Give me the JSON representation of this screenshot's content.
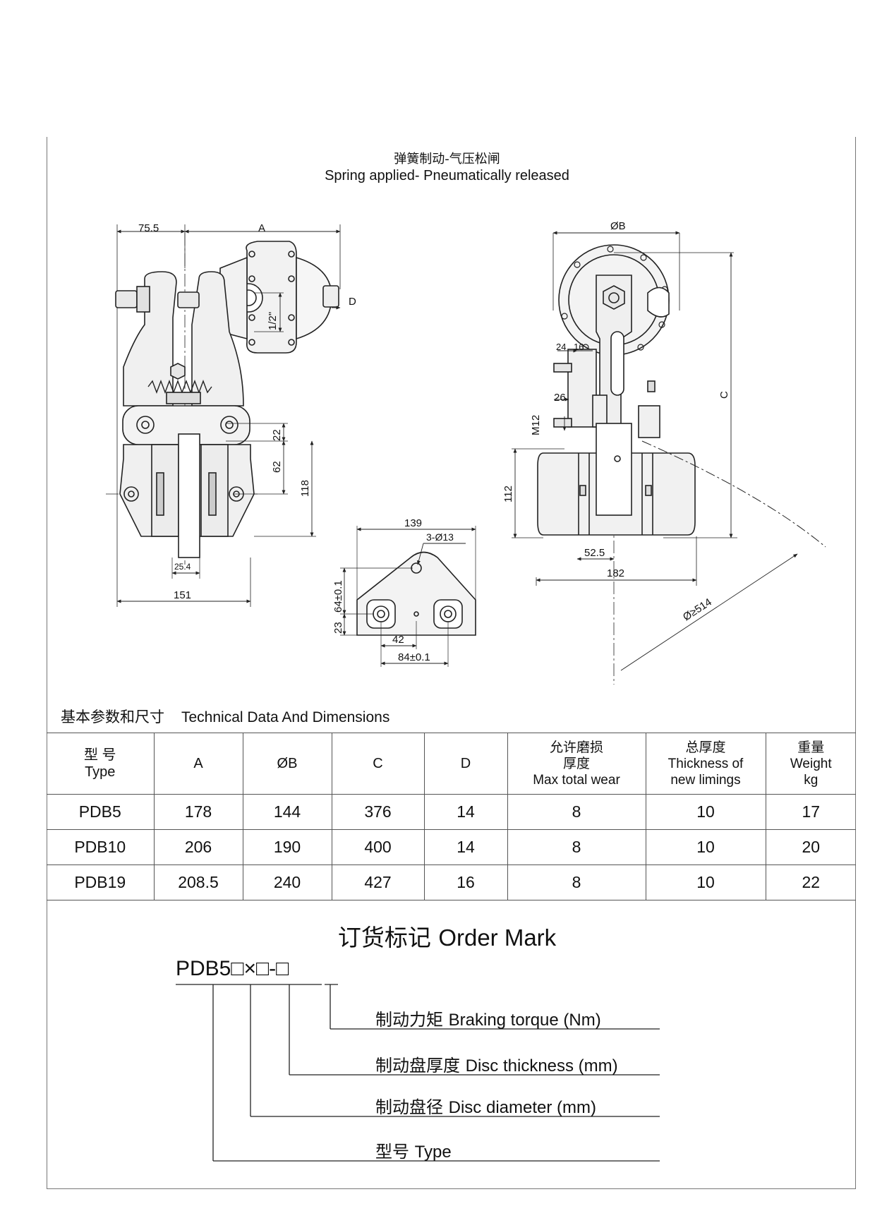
{
  "header": {
    "title_cn": "弹簧制动-气压松闸",
    "title_en": "Spring applied- Pneumatically released"
  },
  "drawing_labels": {
    "left": {
      "offset": "75.5",
      "a": "A",
      "d": "D",
      "thread": "1/2\"",
      "h22": "22",
      "h62": "62",
      "h118": "118",
      "w25": "25.4",
      "w151": "151"
    },
    "right": {
      "ob": "ØB",
      "w24": "24",
      "w16": "16",
      "w26": "26",
      "m12": "M12",
      "c": "C",
      "h112": "112",
      "w52": "52.5",
      "w182": "182",
      "dia": "Ø≥514"
    },
    "bracket": {
      "w139": "139",
      "holes": "3-Ø13",
      "h64": "64±0.1",
      "h23": "23",
      "w42": "42",
      "w84": "84±0.1"
    }
  },
  "section_title": {
    "cn": "基本参数和尺寸",
    "en": "Technical Data And Dimensions"
  },
  "table": {
    "headers": [
      {
        "lines": [
          "型  号",
          "Type"
        ]
      },
      {
        "lines": [
          "A"
        ]
      },
      {
        "lines": [
          "ØB"
        ]
      },
      {
        "lines": [
          "C"
        ]
      },
      {
        "lines": [
          "D"
        ]
      },
      {
        "lines": [
          "允许磨损",
          "厚度",
          "Max total wear"
        ]
      },
      {
        "lines": [
          "总厚度",
          "Thickness of",
          "new limings"
        ]
      },
      {
        "lines": [
          "重量",
          "Weight",
          "kg"
        ]
      }
    ],
    "rows": [
      [
        "PDB5",
        "178",
        "144",
        "376",
        "14",
        "8",
        "10",
        "17"
      ],
      [
        "PDB10",
        "206",
        "190",
        "400",
        "14",
        "8",
        "10",
        "20"
      ],
      [
        "PDB19",
        "208.5",
        "240",
        "427",
        "16",
        "8",
        "10",
        "22"
      ]
    ]
  },
  "order": {
    "title_cn": "订货标记",
    "title_en": "Order Mark",
    "code_prefix": "PDB5",
    "box": "□",
    "times": "×",
    "dash": "-",
    "labels": [
      {
        "cn": "制动力矩",
        "en": "Braking torque (Nm)"
      },
      {
        "cn": "制动盘厚度",
        "en": "Disc thickness (mm)"
      },
      {
        "cn": "制动盘径",
        "en": "Disc diameter (mm)"
      },
      {
        "cn": "型号",
        "en": "Type"
      }
    ]
  }
}
